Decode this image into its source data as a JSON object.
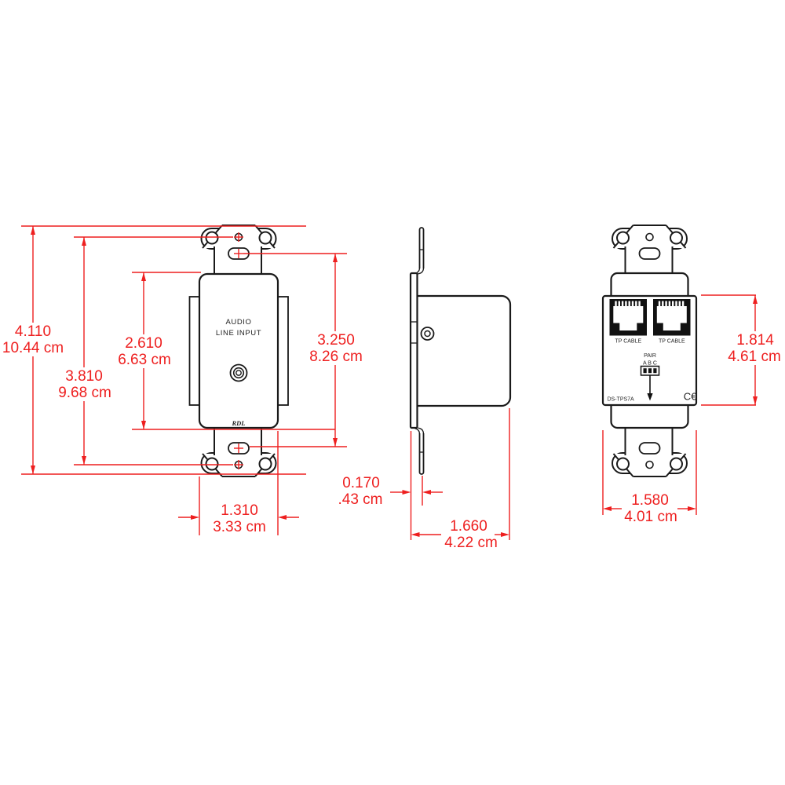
{
  "drawing": {
    "type": "mechanical-dimension-drawing",
    "views": [
      "front",
      "side",
      "rear"
    ]
  },
  "colors": {
    "outline": "#1a1a1a",
    "dimension": "#ee1f1f",
    "jack_fill": "#111111",
    "background": "#ffffff"
  },
  "views": {
    "front": {
      "labels": {
        "line1": "AUDIO",
        "line2": "LINE INPUT",
        "brand": "RDL"
      }
    },
    "rear": {
      "jack_left_label": "TP CABLE",
      "jack_right_label": "TP CABLE",
      "pair": "PAIR",
      "pair_options": "A B C",
      "model": "DS-TPS7A",
      "ce_mark": "C€"
    }
  },
  "dimensions": {
    "overall_height": {
      "inches": "4.110",
      "metric": "10.44 cm"
    },
    "mounting_hole_spacing": {
      "inches": "3.810",
      "metric": "9.68 cm"
    },
    "plate_opening_height": {
      "inches": "2.610",
      "metric": "6.63 cm"
    },
    "slot_spacing": {
      "inches": "3.250",
      "metric": "8.26 cm"
    },
    "plate_width": {
      "inches": "1.310",
      "metric": "3.33 cm"
    },
    "flange_thickness": {
      "inches": "0.170",
      "metric": ".43 cm"
    },
    "overall_depth": {
      "inches": "1.660",
      "metric": "4.22 cm"
    },
    "enclosure_height": {
      "inches": "1.814",
      "metric": "4.61 cm"
    },
    "enclosure_width": {
      "inches": "1.580",
      "metric": "4.01 cm"
    }
  }
}
